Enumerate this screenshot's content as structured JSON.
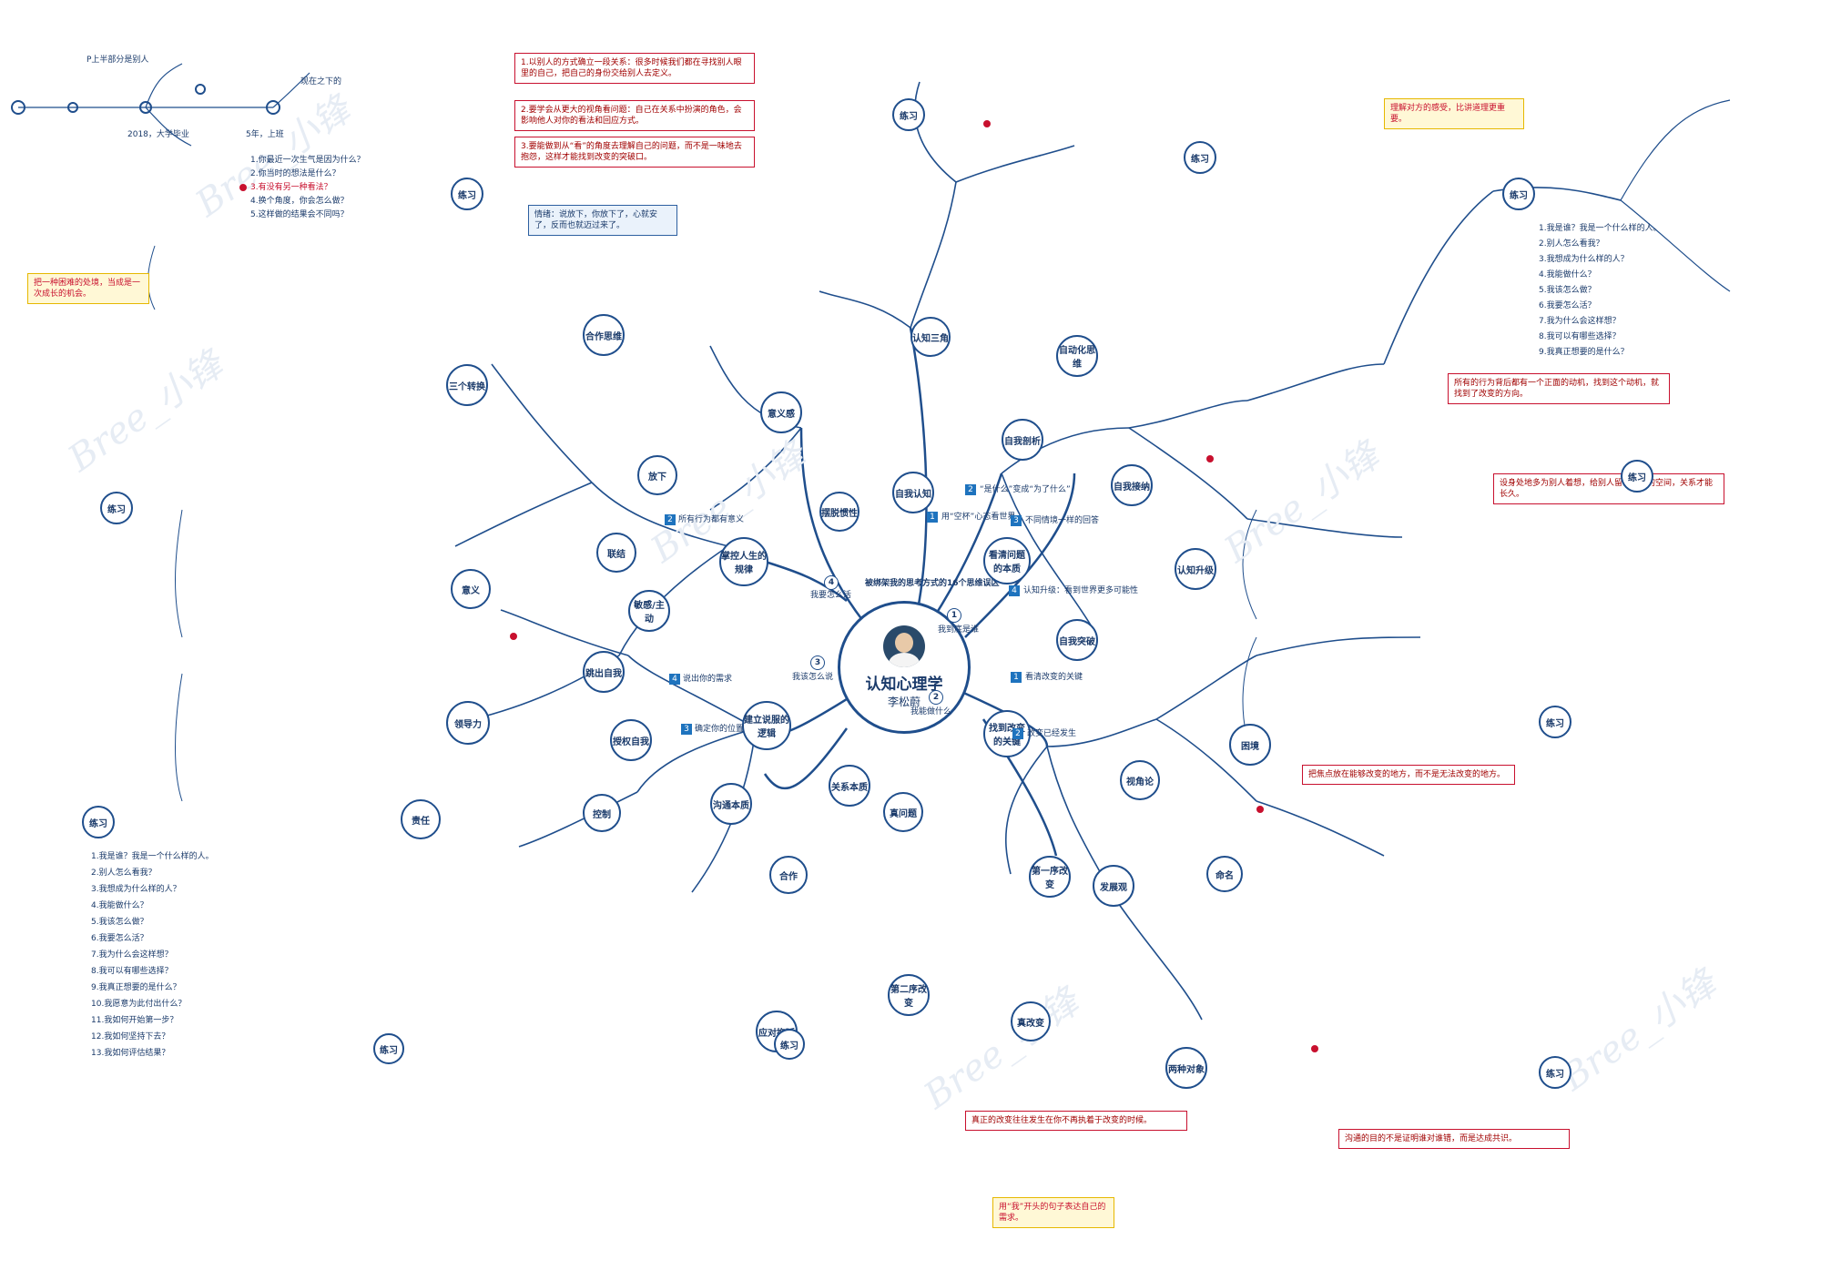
{
  "center": {
    "title": "认知心理学",
    "subtitle": "李松蔚"
  },
  "theme": "被绑架我的思考方式的16个思维误区",
  "main_questions": [
    {
      "num": "1",
      "label": "我到底是谁"
    },
    {
      "num": "2",
      "label": "我能做什么"
    },
    {
      "num": "3",
      "label": "我该怎么说"
    },
    {
      "num": "4",
      "label": "我要怎么活"
    }
  ],
  "nodes": {
    "self_cog": "自我认知",
    "sep_self": "自我剖析",
    "look_nature": "看清问题的本质",
    "self_break": "自我突破",
    "self_acc": "自我接纳",
    "auto_think": "自动化思维",
    "emo": "认知三角",
    "cog_upgrade": "认知升级",
    "find_key": "找到改变的关键",
    "true_problem": "真问题",
    "first_change": "第一序改变",
    "second_change": "第二序改变",
    "really_change": "真改变",
    "persp": "视角论",
    "develop": "发展观",
    "two_objects": "两种对象",
    "naming": "命名",
    "trap": "困境",
    "rel_nature": "关系本质",
    "ctrl": "控制",
    "cooperate": "合作",
    "comm_nature": "沟通本质",
    "build_logic": "建立说服的逻辑",
    "stay_self": "跳出自我",
    "give_power": "授权自我",
    "lead": "领导力",
    "responsibility": "责任",
    "interpret": "敏感/主动",
    "deadline": "应对拖延",
    "life_rule": "掌控人生的规律",
    "let_go": "放下",
    "change_habit": "摆脱惯性",
    "sensible": "意义感",
    "meaning": "意义",
    "link": "联结",
    "three_turn": "三个转换",
    "coop": "合作思维"
  },
  "branch_labels": {
    "b1": "我到底是谁",
    "b2": "我能做什么",
    "b3": "我该怎么说",
    "b4": "我要怎么活",
    "s1": "用“空杯”心态看世界",
    "s2": "“是什么”变成“为了什么”",
    "s3": "不同情境一样的回答",
    "s4": "认知升级：看到世界更多可能性",
    "s5": "看清改变的关键",
    "s6": "改变已经发生",
    "s7": "说出你的需求",
    "s8": "确定你的位置",
    "s9": "所有行为都有意义"
  },
  "timeline": {
    "labels": [
      "P上半部分是别人",
      "2018，大学毕业",
      "5年，上班",
      "现在之下的"
    ]
  },
  "red_boxes": [
    "1.以别人的方式确立一段关系：很多时候我们都在寻找别人眼里的自己，把自己的身份交给别人去定义。",
    "2.要学会从更大的视角看问题：自己在关系中扮演的角色，会影响他人对你的看法和回应方式。",
    "3.要能做到从“看”的角度去理解自己的问题，而不是一味地去抱怨，这样才能找到改变的突破口。",
    "设身处地多为别人着想，给别人留出选择的空间，关系才能长久。",
    "所有的行为背后都有一个正面的动机，找到这个动机，就找到了改变的方向。",
    "把焦点放在能够改变的地方，而不是无法改变的地方。",
    "真正的改变往往发生在你不再执着于改变的时候。",
    "沟通的目的不是证明谁对谁错，而是达成共识。"
  ],
  "note_boxes": [
    "情绪：说放下，你放下了，心就安了，反而也就迈过来了。",
    "把一种困难的处境，当成是一次成长的机会。",
    "理解对方的感受，比讲道理更重要。",
    "用“我”开头的句子表达自己的需求。"
  ],
  "practice": "练习",
  "practice_items": [
    "1.你最近一次生气是因为什么？",
    "2.你当时的想法是什么？",
    "3.有没有另一种看法？",
    "4.换个角度，你会怎么做？",
    "5.这样做的结果会不同吗？"
  ],
  "list_questions": [
    "1.我是谁？我是一个什么样的人。",
    "2.别人怎么看我？",
    "3.我想成为什么样的人？",
    "4.我能做什么？",
    "5.我该怎么做？",
    "6.我要怎么活？",
    "7.我为什么会这样想？",
    "8.我可以有哪些选择？",
    "9.我真正想要的是什么？",
    "10.我愿意为此付出什么？",
    "11.我如何开始第一步？",
    "12.我如何坚持下去？",
    "13.我如何评估结果？"
  ],
  "watermark": "Bree_小锋"
}
